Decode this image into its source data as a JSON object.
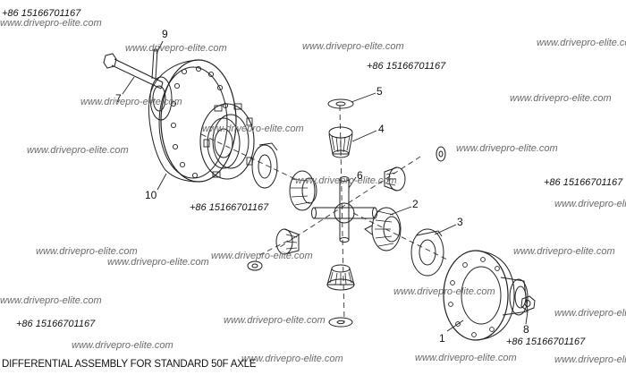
{
  "caption": "DIFFERENTIAL ASSEMBLY FOR STANDARD 50F AXLE",
  "watermark_text": "www.drivepro-elite.com",
  "phone_text": "+86 15166701167",
  "callouts": {
    "c1": "1",
    "c2": "2",
    "c3": "3",
    "c4": "4",
    "c5": "5",
    "c6": "6",
    "c7": "7",
    "c8": "8",
    "c9": "9",
    "c10": "10"
  },
  "colors": {
    "line": "#222222",
    "background": "#ffffff",
    "watermark": "#6a6a6a"
  }
}
